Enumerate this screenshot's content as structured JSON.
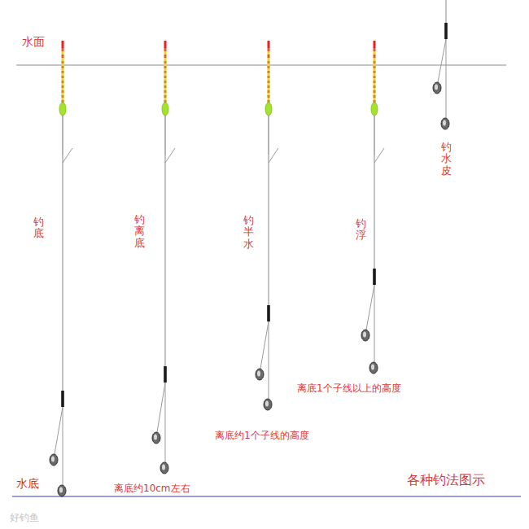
{
  "diagram": {
    "caption": "各种钓法图示",
    "labels": [
      "水面",
      "钓底",
      "钓离底",
      "钓半水",
      "钓浮",
      "钓水皮",
      "离底1个子线以上的高度",
      "离底约1个子线的高度",
      "水底",
      "离底约10cm左右",
      "好钓鱼"
    ]
  }
}
